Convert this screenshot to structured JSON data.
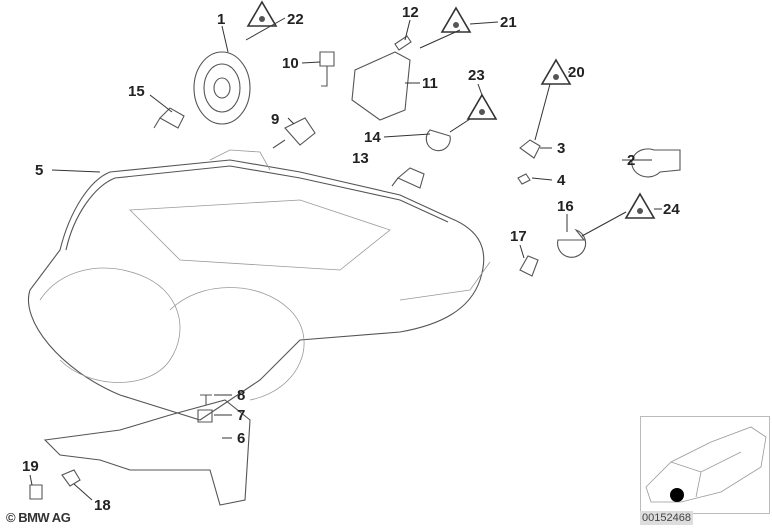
{
  "diagram": {
    "part_labels": [
      "1",
      "22",
      "12",
      "21",
      "10",
      "11",
      "23",
      "20",
      "15",
      "9",
      "14",
      "3",
      "13",
      "2",
      "5",
      "4",
      "16",
      "24",
      "17",
      "8",
      "7",
      "6",
      "19",
      "18"
    ],
    "copyright": "© BMW AG",
    "image_id": "00152468"
  },
  "colors": {
    "line": "#555555",
    "label": "#222222"
  },
  "icons": [
    "warning-triangle-icon",
    "car-locator-thumbnail"
  ]
}
